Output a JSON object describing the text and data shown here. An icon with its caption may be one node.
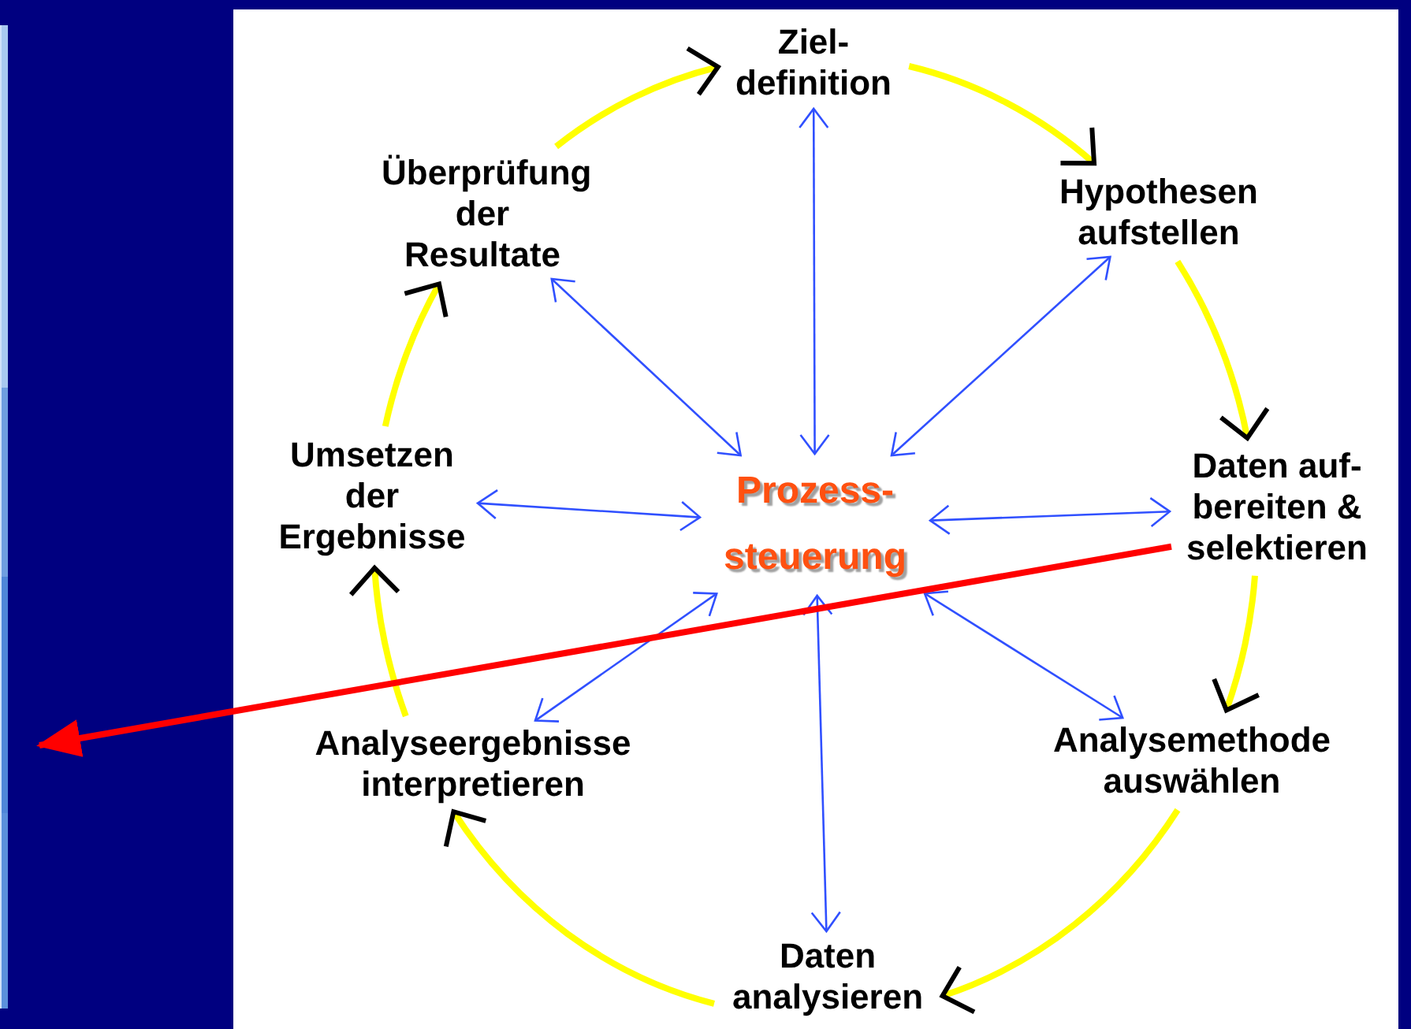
{
  "diagram": {
    "nodes": [
      {
        "text": [
          "Ziel- definition"
        ]
      },
      {
        "text": [
          "Hypothesen aufstellen"
        ]
      },
      {
        "text": [
          "Daten auf- bereiten & selektieren"
        ]
      },
      {
        "text": [
          "Analysemethode auswählen"
        ]
      },
      {
        "text": [
          "Daten analysieren"
        ]
      },
      {
        "text": [
          "Analyseergebnisse interpretieren"
        ]
      },
      {
        "text": [
          "Umsetzen der Ergebnisse"
        ]
      },
      {
        "text": [
          "Überprüfung der Resultate"
        ]
      },
      {
        "text": [
          "Prozess- steuerung"
        ]
      }
    ],
    "edges": [
      {
        "from": 0,
        "to": 1,
        "arrow": "to"
      },
      {
        "from": 1,
        "to": 2,
        "arrow": "to"
      },
      {
        "from": 2,
        "to": 3,
        "arrow": "to"
      },
      {
        "from": 3,
        "to": 4,
        "arrow": "to"
      },
      {
        "from": 4,
        "to": 5,
        "arrow": "to"
      },
      {
        "from": 5,
        "to": 6,
        "arrow": "to"
      },
      {
        "from": 6,
        "to": 7,
        "arrow": "to"
      },
      {
        "from": 7,
        "to": 0,
        "arrow": "to"
      },
      {
        "from": 8,
        "to": 0,
        "arrow": "both",
        "color": "#3050ff"
      },
      {
        "from": 8,
        "to": 1,
        "arrow": "both",
        "color": "#3050ff"
      },
      {
        "from": 8,
        "to": 2,
        "arrow": "both",
        "color": "#3050ff"
      },
      {
        "from": 8,
        "to": 3,
        "arrow": "both",
        "color": "#3050ff"
      },
      {
        "from": 8,
        "to": 4,
        "arrow": "both",
        "color": "#3050ff"
      },
      {
        "from": 8,
        "to": 5,
        "arrow": "both",
        "color": "#3050ff"
      },
      {
        "from": 8,
        "to": 6,
        "arrow": "both",
        "color": "#3050ff"
      },
      {
        "from": 8,
        "to": 7,
        "arrow": "both",
        "color": "#3050ff"
      },
      {
        "from": 2,
        "to": null,
        "arrow": "to",
        "color": "#ff0000"
      }
    ]
  }
}
